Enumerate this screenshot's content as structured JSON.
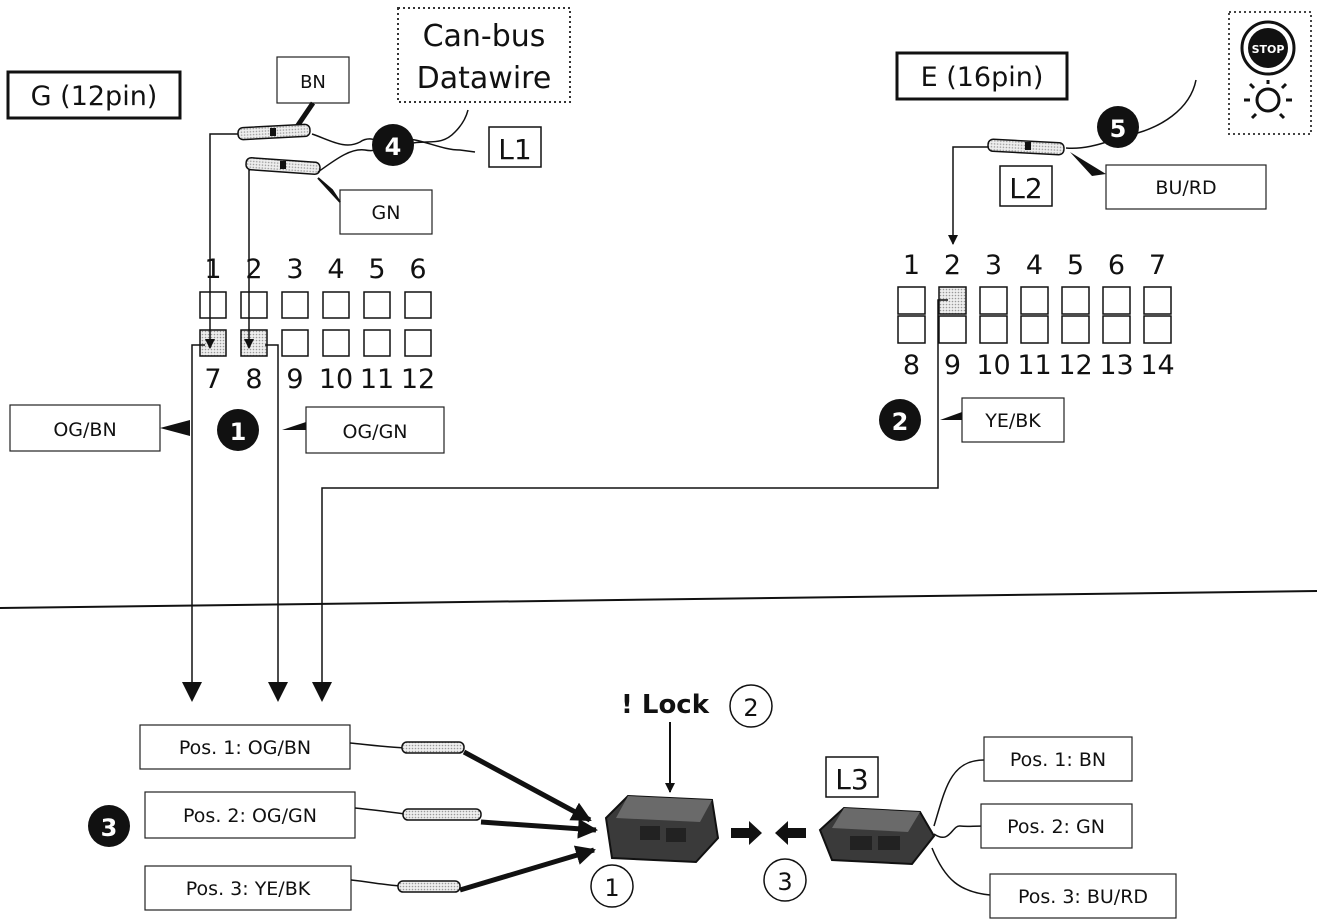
{
  "connectors": {
    "g": "G (12pin)",
    "e": "E (16pin)",
    "canbus_line1": "Can-bus",
    "canbus_line2": "Datawire"
  },
  "wires": {
    "bn": "BN",
    "gn": "GN",
    "burd": "BU/RD",
    "ogbn": "OG/BN",
    "oggn": "OG/GN",
    "yebk": "YE/BK"
  },
  "loom_labels": {
    "l1": "L1",
    "l2": "L2",
    "l3": "L3"
  },
  "steps": {
    "s1": "1",
    "s2": "2",
    "s3": "3",
    "s4": "4",
    "s5": "5"
  },
  "g_pins": {
    "top": [
      "1",
      "2",
      "3",
      "4",
      "5",
      "6"
    ],
    "bottom": [
      "7",
      "8",
      "9",
      "10",
      "11",
      "12"
    ]
  },
  "e_pins": {
    "top": [
      "1",
      "2",
      "3",
      "4",
      "5",
      "6",
      "7"
    ],
    "bottom": [
      "8",
      "9",
      "10",
      "11",
      "12",
      "13",
      "14"
    ]
  },
  "left_positions": [
    "Pos. 1: OG/BN",
    "Pos. 2: OG/GN",
    "Pos. 3: YE/BK"
  ],
  "right_positions": [
    "Pos. 1: BN",
    "Pos. 2: GN",
    "Pos. 3: BU/RD"
  ],
  "lock": {
    "text": "! Lock",
    "num": "2"
  },
  "circled": {
    "c1": "1",
    "c3": "3"
  },
  "stop_icon": {
    "text": "STOP"
  }
}
